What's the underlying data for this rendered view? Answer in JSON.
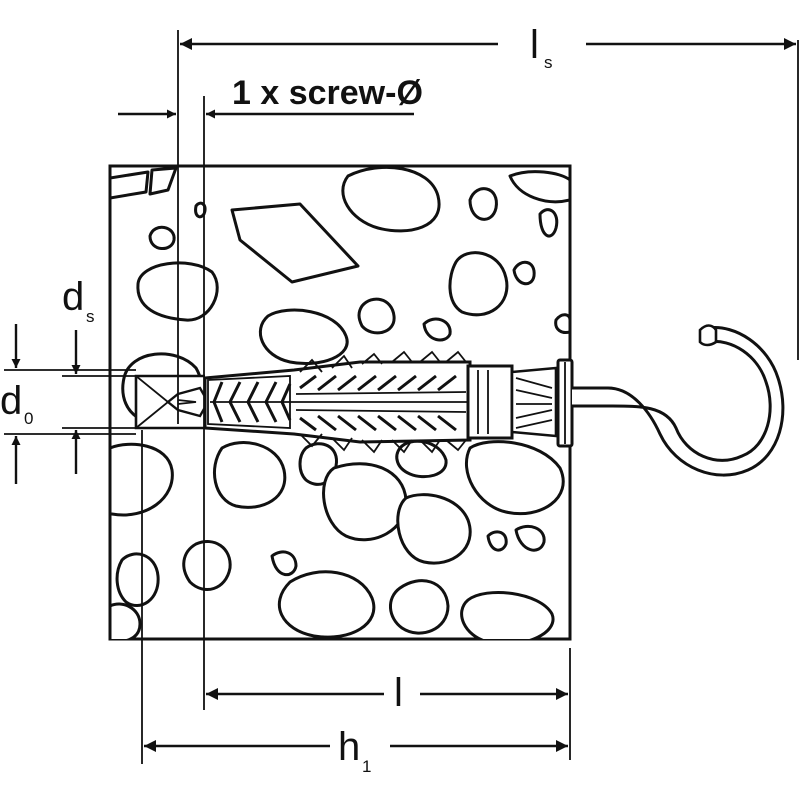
{
  "labels": {
    "ls": {
      "main": "l",
      "sub": "s"
    },
    "screw": "1 x screw-Ø",
    "ds": {
      "main": "d",
      "sub": "s"
    },
    "d0": {
      "main": "d",
      "sub": "0"
    },
    "l": "l",
    "h1": {
      "main": "h",
      "sub": "1"
    }
  }
}
